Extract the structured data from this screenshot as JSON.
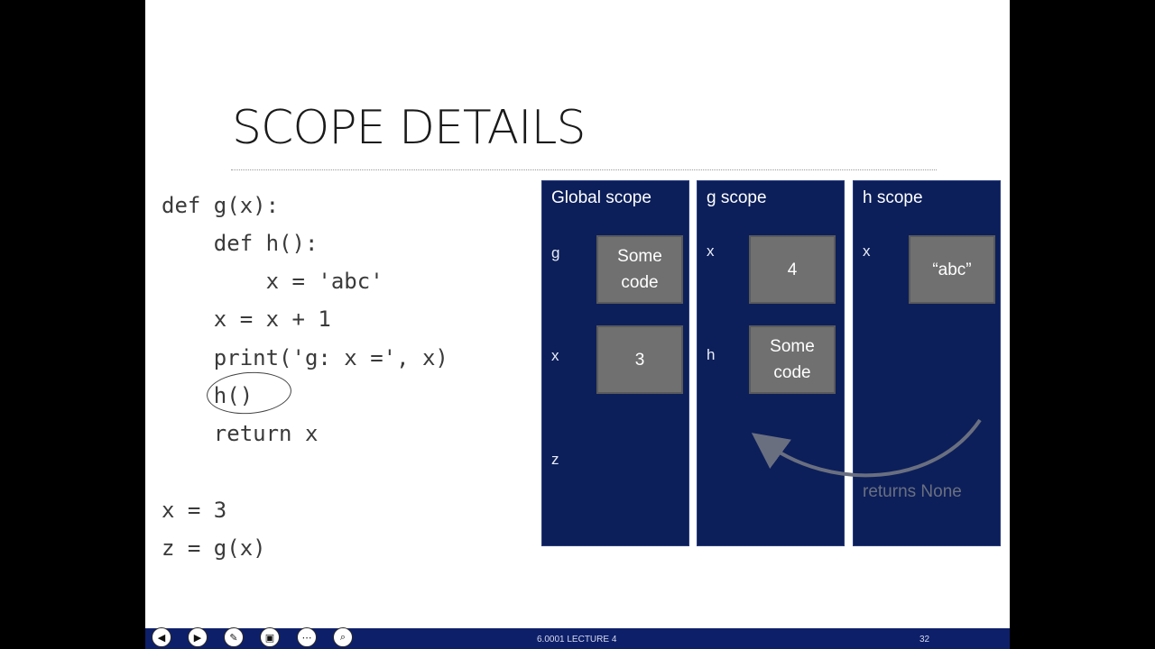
{
  "slide": {
    "title": "SCOPE DETAILS",
    "code_lines": [
      "def g(x):",
      "    def h():",
      "        x = 'abc'",
      "    x = x + 1",
      "    print('g: x =', x)",
      "    h()",
      "    return x",
      "",
      "x = 3",
      "z = g(x)"
    ],
    "scopes": [
      {
        "title": "Global scope",
        "vars": [
          {
            "name": "g",
            "value": "Some code"
          },
          {
            "name": "x",
            "value": "3"
          },
          {
            "name": "z",
            "value": ""
          }
        ]
      },
      {
        "title": "g scope",
        "vars": [
          {
            "name": "x",
            "value": "4"
          },
          {
            "name": "h",
            "value": "Some code"
          }
        ]
      },
      {
        "title": "h scope",
        "vars": [
          {
            "name": "x",
            "value": "“abc”"
          }
        ]
      }
    ],
    "return_annotation": "returns None"
  },
  "footer": {
    "lecture": "6.0001 LECTURE 4",
    "page": "32"
  },
  "icons": {
    "nav": [
      "prev-icon",
      "next-icon",
      "pen-icon",
      "slides-icon",
      "more-icon",
      "zoom-icon"
    ]
  },
  "colors": {
    "scope_bg": "#0c1f5a",
    "box_bg": "#707070",
    "taskbar": "#0e1f6a"
  }
}
